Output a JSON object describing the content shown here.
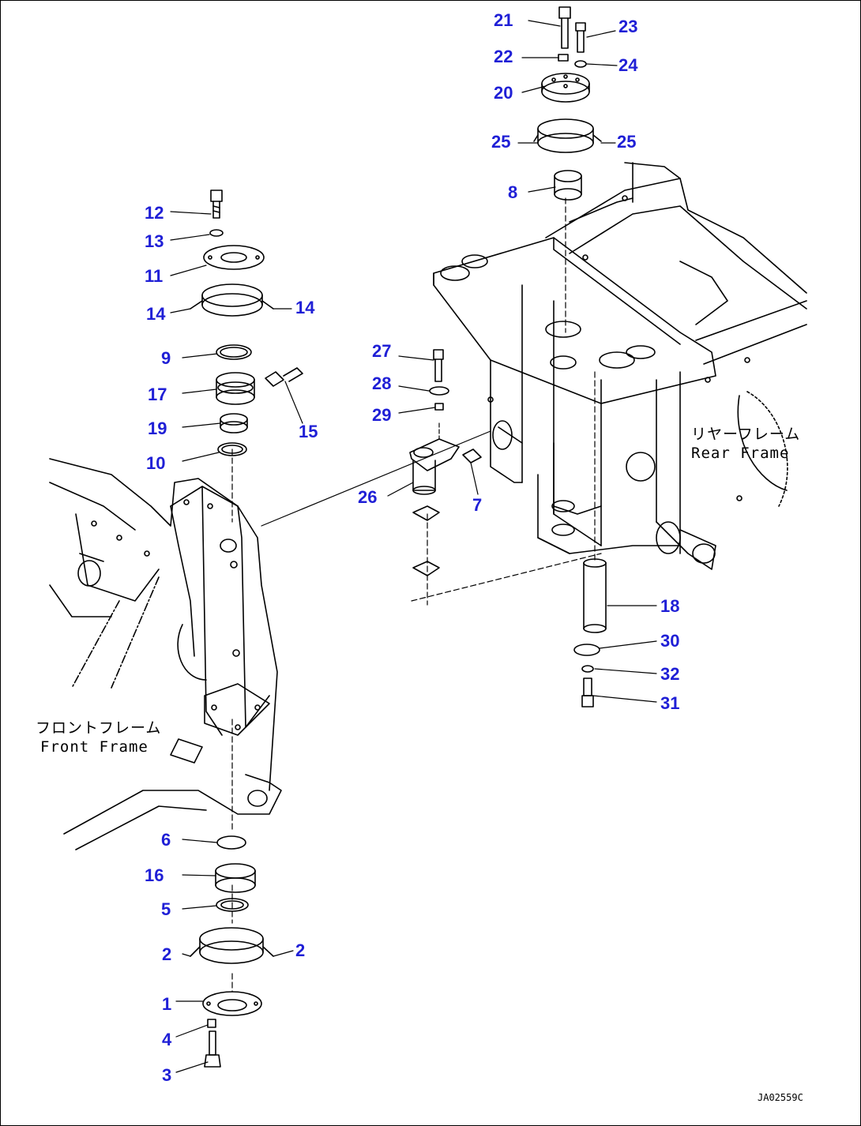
{
  "callouts": {
    "c1": "1",
    "c2a": "2",
    "c2b": "2",
    "c3": "3",
    "c4": "4",
    "c5": "5",
    "c6": "6",
    "c7": "7",
    "c8": "8",
    "c9": "9",
    "c10": "10",
    "c11": "11",
    "c12": "12",
    "c13": "13",
    "c14a": "14",
    "c14b": "14",
    "c15": "15",
    "c16": "16",
    "c17": "17",
    "c18": "18",
    "c19": "19",
    "c20": "20",
    "c21": "21",
    "c22": "22",
    "c23": "23",
    "c24": "24",
    "c25a": "25",
    "c25b": "25",
    "c26": "26",
    "c27": "27",
    "c28": "28",
    "c29": "29",
    "c30": "30",
    "c31": "31",
    "c32": "32"
  },
  "labels": {
    "rear_frame_jp": "リヤーフレーム",
    "rear_frame_en": "Rear Frame",
    "front_frame_jp": "フロントフレーム",
    "front_frame_en": "Front Frame",
    "drawing_code": "JA02559C"
  },
  "colors": {
    "callout": "#1f1fd6",
    "line": "#000000",
    "background": "#ffffff"
  }
}
